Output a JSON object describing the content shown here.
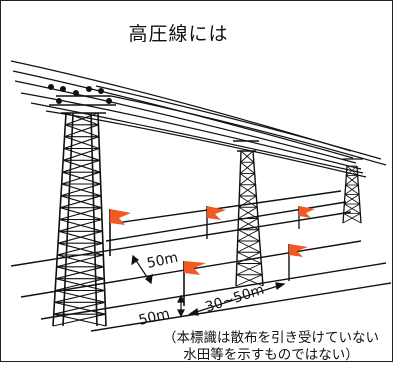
{
  "title": "高圧線には",
  "labels": {
    "dist_inner": "50m",
    "dist_edge": "50m",
    "dist_along": "30~50m"
  },
  "note": {
    "line1": "（本標識は散布を引き受けていない",
    "line2": "水田等を示すものではない）"
  },
  "colors": {
    "flag": "#f05a22",
    "ink": "#111111"
  }
}
